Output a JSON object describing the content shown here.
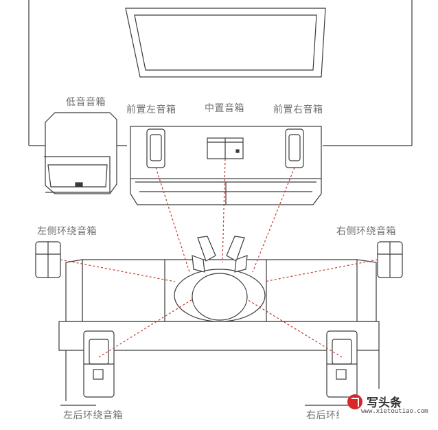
{
  "labels": {
    "subwoofer": "低音音箱",
    "front_left": "前置左音箱",
    "center": "中置音箱",
    "front_right": "前置右音箱",
    "surround_left": "左侧环绕音箱",
    "surround_right": "右侧环绕音箱",
    "rear_left": "左后环绕音箱",
    "rear_right": "右后环绕音箱"
  },
  "watermark": {
    "name": "写头条",
    "url": "www.xietoutiao.com"
  },
  "colors": {
    "line": "#3a3a3a",
    "sight_line": "#c0392b",
    "label": "#6f6f6f"
  }
}
